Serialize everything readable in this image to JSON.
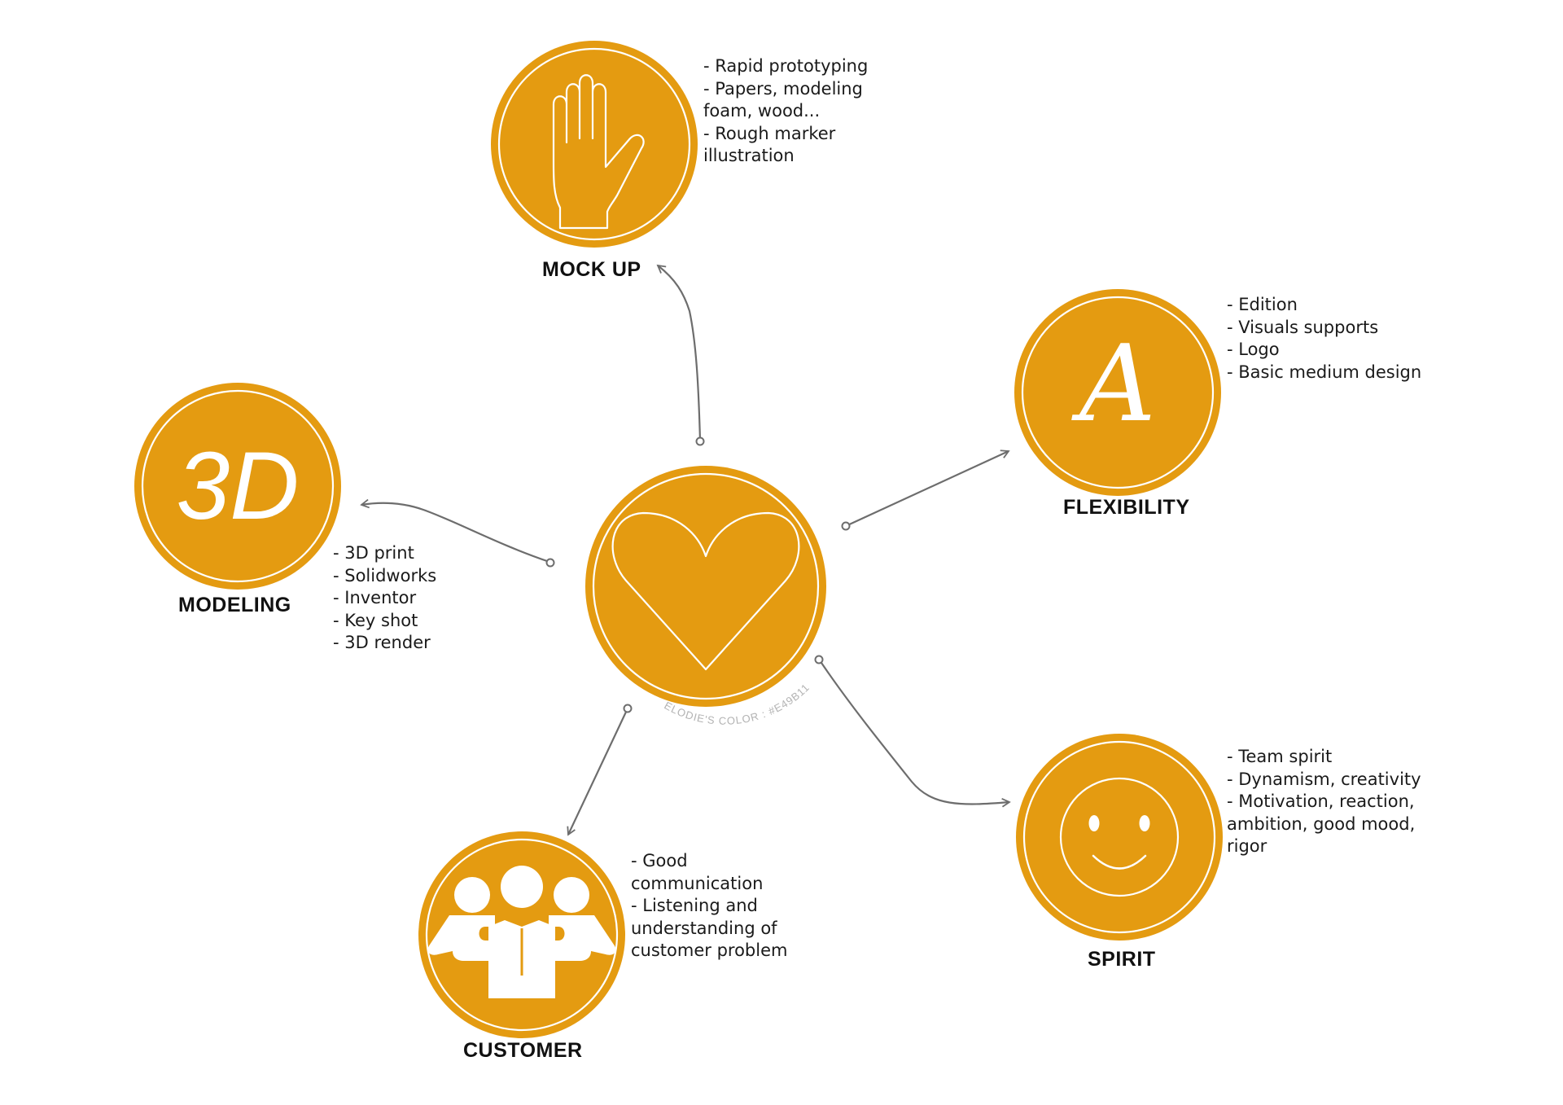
{
  "colors": {
    "accent": "#E49B11",
    "connector": "#6d6d6d",
    "text": "#111111",
    "caption": "#b3b3b3"
  },
  "center": {
    "icon": "heart-icon",
    "caption": "ELODIE'S COLOR : #E49B11"
  },
  "nodes": {
    "mockup": {
      "icon": "hand-icon",
      "label": "MOCK UP",
      "notes": [
        "- Rapid prototyping",
        "- Papers, modeling",
        "foam, wood...",
        "- Rough marker",
        "illustration"
      ]
    },
    "flexibility": {
      "icon": "letter-a-icon",
      "icon_text": "A",
      "label": "FLEXIBILITY",
      "notes": [
        "- Edition",
        "- Visuals supports",
        "- Logo",
        "- Basic medium design"
      ]
    },
    "modeling": {
      "icon": "3d-icon",
      "icon_text": "3D",
      "label": "MODELING",
      "notes": [
        "- 3D print",
        "- Solidworks",
        "- Inventor",
        "- Key shot",
        "- 3D render"
      ]
    },
    "customer": {
      "icon": "team-puzzle-icon",
      "label": "CUSTOMER",
      "notes": [
        "- Good",
        "communication",
        "- Listening and",
        "understanding of",
        "customer problem"
      ]
    },
    "spirit": {
      "icon": "smiley-icon",
      "label": "SPIRIT",
      "notes": [
        "- Team spirit",
        "- Dynamism, creativity",
        "- Motivation, reaction,",
        "ambition, good mood,",
        "rigor"
      ]
    }
  }
}
